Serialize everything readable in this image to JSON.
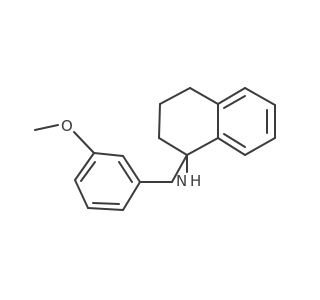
{
  "molecule": {
    "atom_labels": {
      "oxygen": "O",
      "amine_n": "N",
      "amine_h": "H"
    },
    "colors": {
      "bond": "#3c3c3c",
      "text": "#3c3c3c",
      "background": "#ffffff"
    }
  }
}
